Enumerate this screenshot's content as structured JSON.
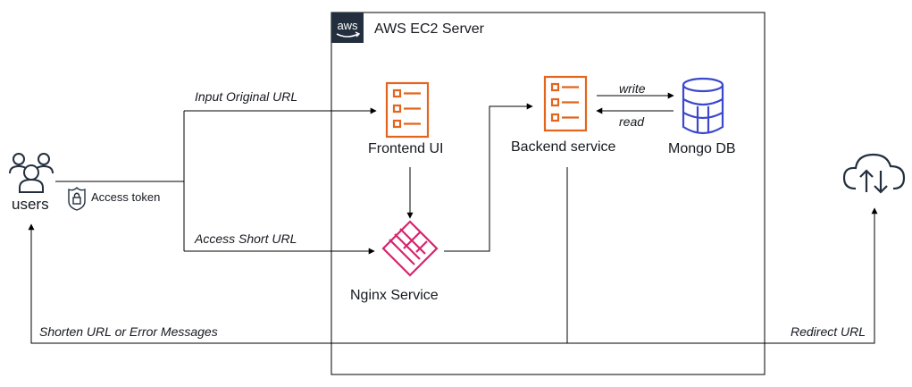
{
  "aws_group": {
    "badge": "aws",
    "title": "AWS EC2 Server"
  },
  "nodes": {
    "users": {
      "label": "users",
      "icon": "users-icon"
    },
    "access_token": {
      "label": "Access token",
      "icon": "lock-shield-icon"
    },
    "frontend": {
      "label": "Frontend UI",
      "icon": "service-list-icon"
    },
    "backend": {
      "label": "Backend service",
      "icon": "service-list-icon"
    },
    "mongo": {
      "label": "Mongo DB",
      "icon": "database-icon"
    },
    "nginx": {
      "label": "Nginx Service",
      "icon": "nginx-icon"
    },
    "cloud": {
      "icon": "cloud-upload-download-icon"
    }
  },
  "edges": {
    "input_original": "Input Original URL",
    "access_short": "Access Short URL",
    "write": "write",
    "read": "read",
    "shorten_result": "Shorten URL or Error Messages",
    "redirect": "Redirect URL"
  },
  "colors": {
    "service_orange": "#e3641c",
    "db_blue": "#3b48cc",
    "nginx_pink": "#d6246e",
    "line": "#232f3e",
    "text": "#16191f"
  }
}
